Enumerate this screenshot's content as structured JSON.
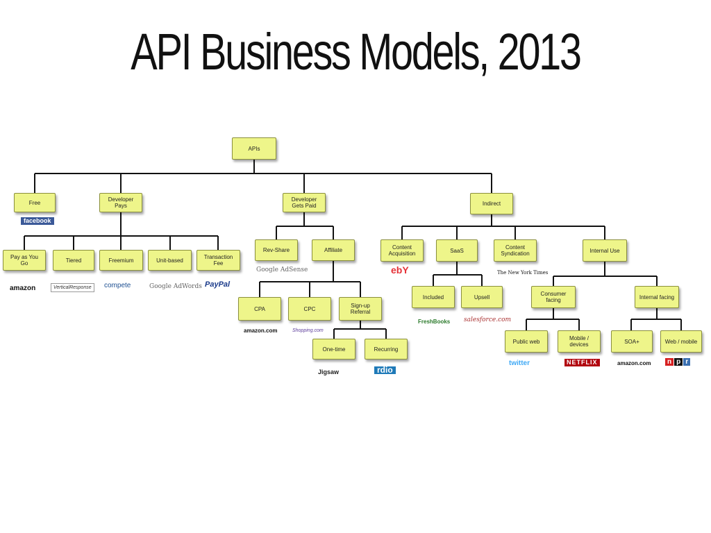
{
  "title": "API Business Models, 2013",
  "nodes": {
    "apis": "APIs",
    "free": "Free",
    "developer_pays": "Developer\nPays",
    "developer_gets_paid": "Developer\nGets Paid",
    "indirect": "Indirect",
    "pay_as_you_go": "Pay as You\nGo",
    "tiered": "Tiered",
    "freemium": "Freemium",
    "unit_based": "Unit-based",
    "transaction_fee": "Transaction\nFee",
    "rev_share": "Rev-Share",
    "affiliate": "Affiliate",
    "content_acquisition": "Content\nAcquisition",
    "saas": "SaaS",
    "content_syndication": "Content\nSyndication",
    "internal_use": "Internal Use",
    "cpa": "CPA",
    "cpc": "CPC",
    "signup_referral": "Sign-up\nReferral",
    "included": "Included",
    "upsell": "Upsell",
    "consumer_facing": "Consumer\nfacing",
    "internal_facing": "Internal facing",
    "one_time": "One-time",
    "recurring": "Recurring",
    "public_web": "Public web",
    "mobile_devices": "Mobile /\ndevices",
    "soa_plus": "SOA+",
    "web_mobile": "Web / mobile"
  },
  "logos": {
    "facebook": "facebook",
    "amazon_web_services": "amazon",
    "vertical_response": "VerticalResponse",
    "compete": "compete",
    "google_adwords": "Google AdWords",
    "paypal": "PayPal",
    "google_adsense": "Google AdSense",
    "ebay": "ebY",
    "nytimes": "The New York Times",
    "freshbooks": "FreshBooks",
    "salesforce": "salesforce.com",
    "amazon_cpa": "amazon.com",
    "shopping": "Shopping.com",
    "jigsaw": "Jigsaw",
    "rdio": "rdio",
    "twitter": "twitter",
    "netflix": "NETFLIX",
    "amazon_soa": "amazon.com",
    "npr": [
      "n",
      "p",
      "r"
    ]
  },
  "colors": {
    "node_fill": "#eef58a",
    "node_border": "#8a8f3c",
    "connector": "#111111",
    "npr_n": "#d62021",
    "npr_p": "#111111",
    "npr_r": "#3a6fb0"
  }
}
